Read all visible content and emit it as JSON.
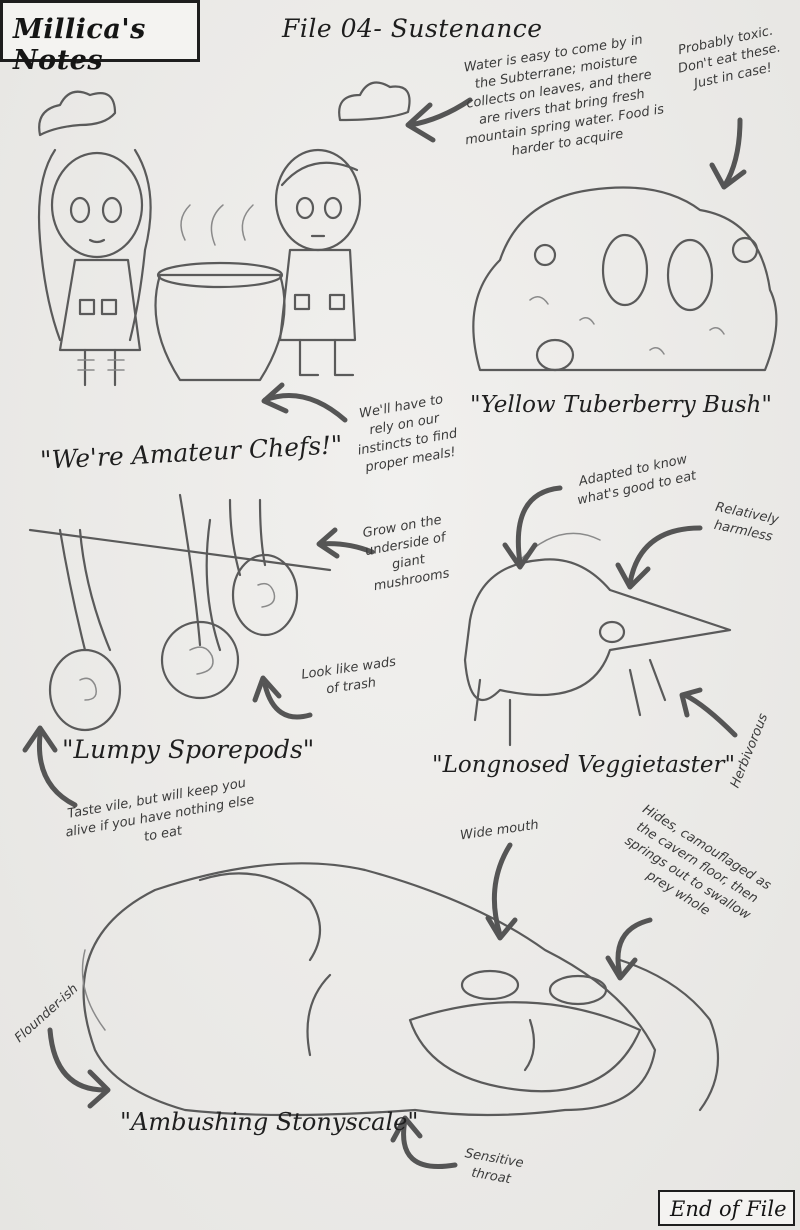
{
  "header": {
    "notebook_title": "Millica's Notes",
    "file_title": "File 04- Sustenance"
  },
  "notes": {
    "water": "Water is easy to come by in the Subterrane; moisture collects on leaves, and there are rivers that bring fresh mountain spring water. Food is harder to acquire",
    "toxic": "Probably toxic. Don't eat these. Just in case!",
    "rely": "We'll have to rely on our instincts to find proper meals!",
    "grow": "Grow on the underside of giant mushrooms",
    "look": "Look like wads of trash",
    "taste": "Taste vile, but will keep you alive if you have nothing else to eat",
    "adapted": "Adapted to know what's good to eat",
    "harmless": "Relatively harmless",
    "herbivorous": "Herbivorous",
    "wide_mouth": "Wide mouth",
    "hides": "Hides, camouflaged as the cavern floor, then springs out to swallow prey whole",
    "flounder": "Flounder-ish",
    "sensitive": "Sensitive throat"
  },
  "captions": {
    "chefs": "\"We're Amateur Chefs!\"",
    "tuberberry": "\"Yellow Tuberberry Bush\"",
    "sporepods": "\"Lumpy Sporepods\"",
    "veggietaster": "\"Longnosed Veggietaster\"",
    "stonyscale": "\"Ambushing Stonyscale\""
  },
  "footer": {
    "end_label": "End of File"
  }
}
